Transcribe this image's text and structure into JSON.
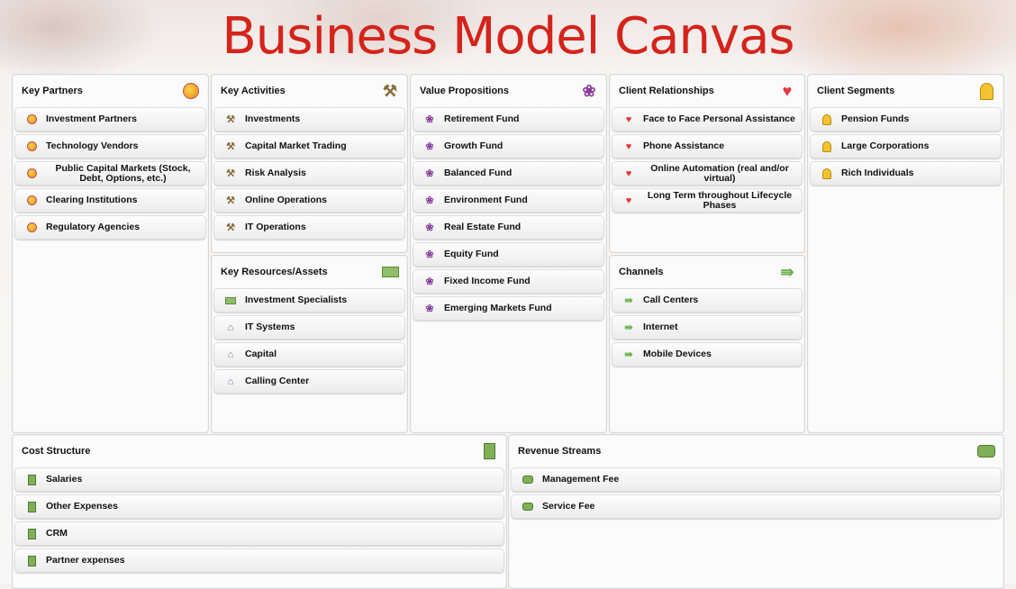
{
  "title": "Business Model Canvas",
  "key_partners": {
    "heading": "Key Partners",
    "icon": "partners-ball-icon",
    "items": [
      "Investment Partners",
      "Technology Vendors",
      "Public Capital Markets (Stock, Debt, Options, etc.)",
      "Clearing Institutions",
      "Regulatory Agencies"
    ]
  },
  "key_activities": {
    "heading": "Key Activities",
    "icon": "shovel-icon",
    "items": [
      "Investments",
      "Capital Market Trading",
      "Risk Analysis",
      "Online Operations",
      "IT Operations"
    ]
  },
  "key_resources": {
    "heading": "Key Resources/Assets",
    "icon": "briefcase-icon",
    "items": [
      "Investment Specialists",
      "IT Systems",
      "Capital",
      "Calling Center"
    ]
  },
  "value_propositions": {
    "heading": "Value Propositions",
    "icon": "flower-icon",
    "items": [
      "Retirement Fund",
      "Growth Fund",
      "Balanced Fund",
      "Environment Fund",
      "Real Estate Fund",
      "Equity Fund",
      "Fixed Income Fund",
      "Emerging Markets Fund"
    ]
  },
  "client_relationships": {
    "heading": "Client Relationships",
    "icon": "heart-icon",
    "items": [
      "Face to Face Personal Assistance",
      "Phone Assistance",
      "Online Automation (real and/or virtual)",
      "Long Term throughout Lifecycle Phases"
    ]
  },
  "channels": {
    "heading": "Channels",
    "icon": "arrows-icon",
    "items": [
      "Call Centers",
      "Internet",
      "Mobile Devices"
    ]
  },
  "client_segments": {
    "heading": "Client Segments",
    "icon": "person-icon",
    "items": [
      "Pension Funds",
      "Large Corporations",
      "Rich Individuals"
    ]
  },
  "cost_structure": {
    "heading": "Cost Structure",
    "icon": "document-icon",
    "items": [
      "Salaries",
      "Other Expenses",
      "CRM",
      "Partner expenses"
    ]
  },
  "revenue_streams": {
    "heading": "Revenue Streams",
    "icon": "coin-icon",
    "items": [
      "Management Fee",
      "Service Fee"
    ]
  },
  "colors": {
    "title": "#d4241b",
    "heart": "#e2383d",
    "green": "#68b04a"
  }
}
